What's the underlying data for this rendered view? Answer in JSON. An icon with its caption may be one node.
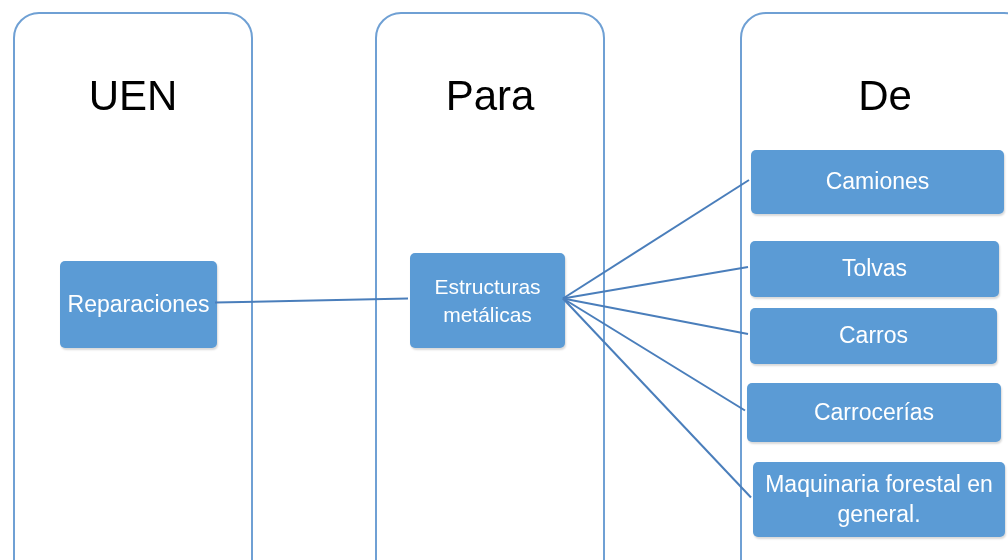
{
  "diagram": {
    "nodes": [
      {
        "text": [
          "UEN"
        ]
      },
      {
        "text": [
          "Reparaciones"
        ],
        "in": 0
      },
      {
        "text": [
          "Para"
        ]
      },
      {
        "text": [
          "Estructuras metálicas"
        ],
        "in": 2
      },
      {
        "text": [
          "De"
        ]
      },
      {
        "text": [
          "Camiones"
        ],
        "in": 4
      },
      {
        "text": [
          "Tolvas"
        ],
        "in": 4
      },
      {
        "text": [
          "Carros"
        ],
        "in": 4
      },
      {
        "text": [
          "Carrocerías"
        ],
        "in": 4
      },
      {
        "text": [
          "Maquinaria forestal en general."
        ],
        "in": 4
      }
    ],
    "edges": [
      {
        "from": 1,
        "to": 3,
        "arrow": "none"
      },
      {
        "from": 3,
        "to": 5,
        "arrow": "none"
      },
      {
        "from": 3,
        "to": 6,
        "arrow": "none"
      },
      {
        "from": 3,
        "to": 7,
        "arrow": "none"
      },
      {
        "from": 3,
        "to": 8,
        "arrow": "none"
      },
      {
        "from": 3,
        "to": 9,
        "arrow": "none"
      }
    ]
  }
}
